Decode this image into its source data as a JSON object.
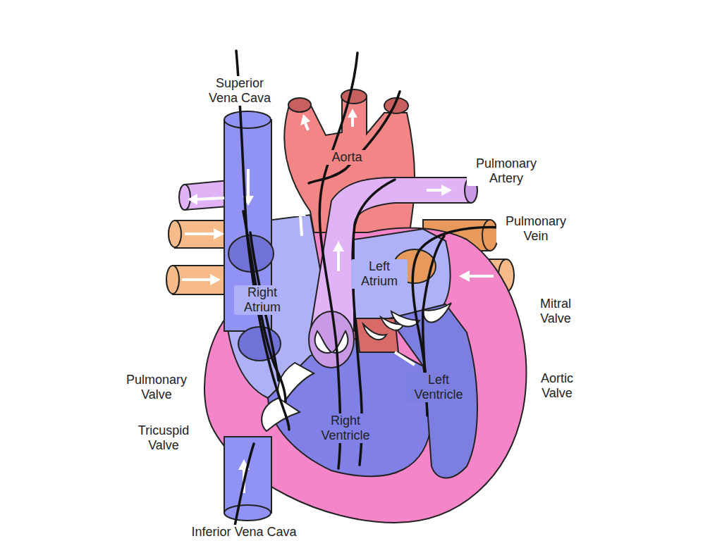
{
  "diagram": {
    "labels": [
      "Superior Vena Cava",
      "Aorta",
      "Pulmonary Artery",
      "Pulmonary Vein",
      "Left Atrium",
      "Right Atrium",
      "Mitral Valve",
      "Pulmonary Valve",
      "Aortic Valve",
      "Left Ventricle",
      "Tricuspid Valve",
      "Right Ventricle",
      "Inferior Vena Cava"
    ]
  }
}
